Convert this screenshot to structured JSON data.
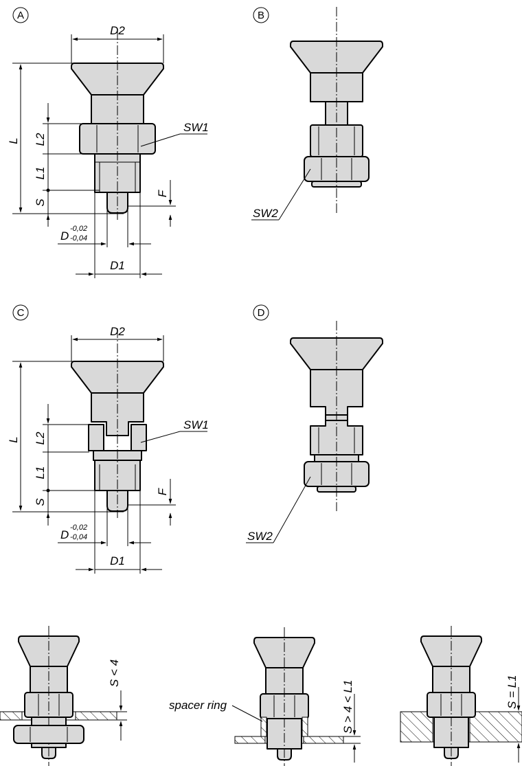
{
  "views": {
    "a": {
      "marker": "A"
    },
    "b": {
      "marker": "B"
    },
    "c": {
      "marker": "C"
    },
    "d": {
      "marker": "D"
    }
  },
  "dimensions": {
    "d2": "D2",
    "l": "L",
    "l1": "L1",
    "l2": "L2",
    "s": "S",
    "f": "F",
    "d": "D",
    "d_tol_upper": "-0,02",
    "d_tol_lower": "-0,04",
    "d1": "D1",
    "sw1": "SW1",
    "sw2": "SW2"
  },
  "installation": {
    "case1": "S < 4",
    "case2": "S > 4 < L1",
    "case3": "S = L1",
    "spacer_ring": "spacer ring"
  }
}
